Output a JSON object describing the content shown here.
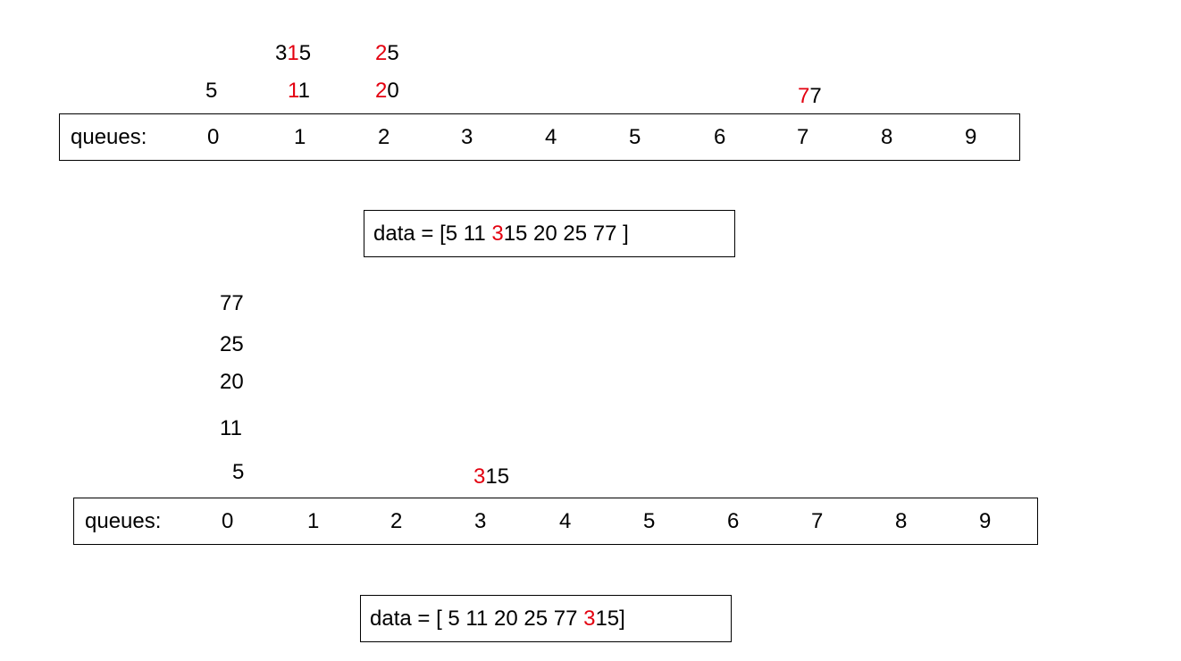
{
  "colors": {
    "highlight": "#e3000f",
    "text": "#000000",
    "border": "#000000"
  },
  "pass1": {
    "stacked": [
      {
        "label": "5",
        "parts": [
          {
            "t": "5",
            "hl": false
          }
        ]
      },
      {
        "label": "11",
        "parts": [
          {
            "t": "1",
            "hl": true
          },
          {
            "t": "1",
            "hl": false
          }
        ]
      },
      {
        "label": "315",
        "parts": [
          {
            "t": "3",
            "hl": false
          },
          {
            "t": "1",
            "hl": true
          },
          {
            "t": "5",
            "hl": false
          }
        ]
      },
      {
        "label": "20",
        "parts": [
          {
            "t": "2",
            "hl": true
          },
          {
            "t": "0",
            "hl": false
          }
        ]
      },
      {
        "label": "25",
        "parts": [
          {
            "t": "2",
            "hl": true
          },
          {
            "t": "5",
            "hl": false
          }
        ]
      },
      {
        "label": "77",
        "parts": [
          {
            "t": "7",
            "hl": true
          },
          {
            "t": "7",
            "hl": false
          }
        ]
      }
    ],
    "queues_label": "queues:",
    "queue_numbers": [
      "0",
      "1",
      "2",
      "3",
      "4",
      "5",
      "6",
      "7",
      "8",
      "9"
    ],
    "data_parts": [
      {
        "t": "data = [5 11 ",
        "hl": false
      },
      {
        "t": "3",
        "hl": true
      },
      {
        "t": "15 20 25 77 ]",
        "hl": false
      }
    ]
  },
  "pass2": {
    "stacked": [
      {
        "label": "77",
        "parts": [
          {
            "t": "77",
            "hl": false
          }
        ]
      },
      {
        "label": "25",
        "parts": [
          {
            "t": "25",
            "hl": false
          }
        ]
      },
      {
        "label": "20",
        "parts": [
          {
            "t": "20",
            "hl": false
          }
        ]
      },
      {
        "label": "11",
        "parts": [
          {
            "t": "11",
            "hl": false
          }
        ]
      },
      {
        "label": "5",
        "parts": [
          {
            "t": "5",
            "hl": false
          }
        ]
      },
      {
        "label": "315",
        "parts": [
          {
            "t": "3",
            "hl": true
          },
          {
            "t": "15",
            "hl": false
          }
        ]
      }
    ],
    "queues_label": "queues:",
    "queue_numbers": [
      "0",
      "1",
      "2",
      "3",
      "4",
      "5",
      "6",
      "7",
      "8",
      "9"
    ],
    "data_parts": [
      {
        "t": "data = [ 5 11 20 25 77 ",
        "hl": false
      },
      {
        "t": "3",
        "hl": true
      },
      {
        "t": "15]",
        "hl": false
      }
    ]
  }
}
